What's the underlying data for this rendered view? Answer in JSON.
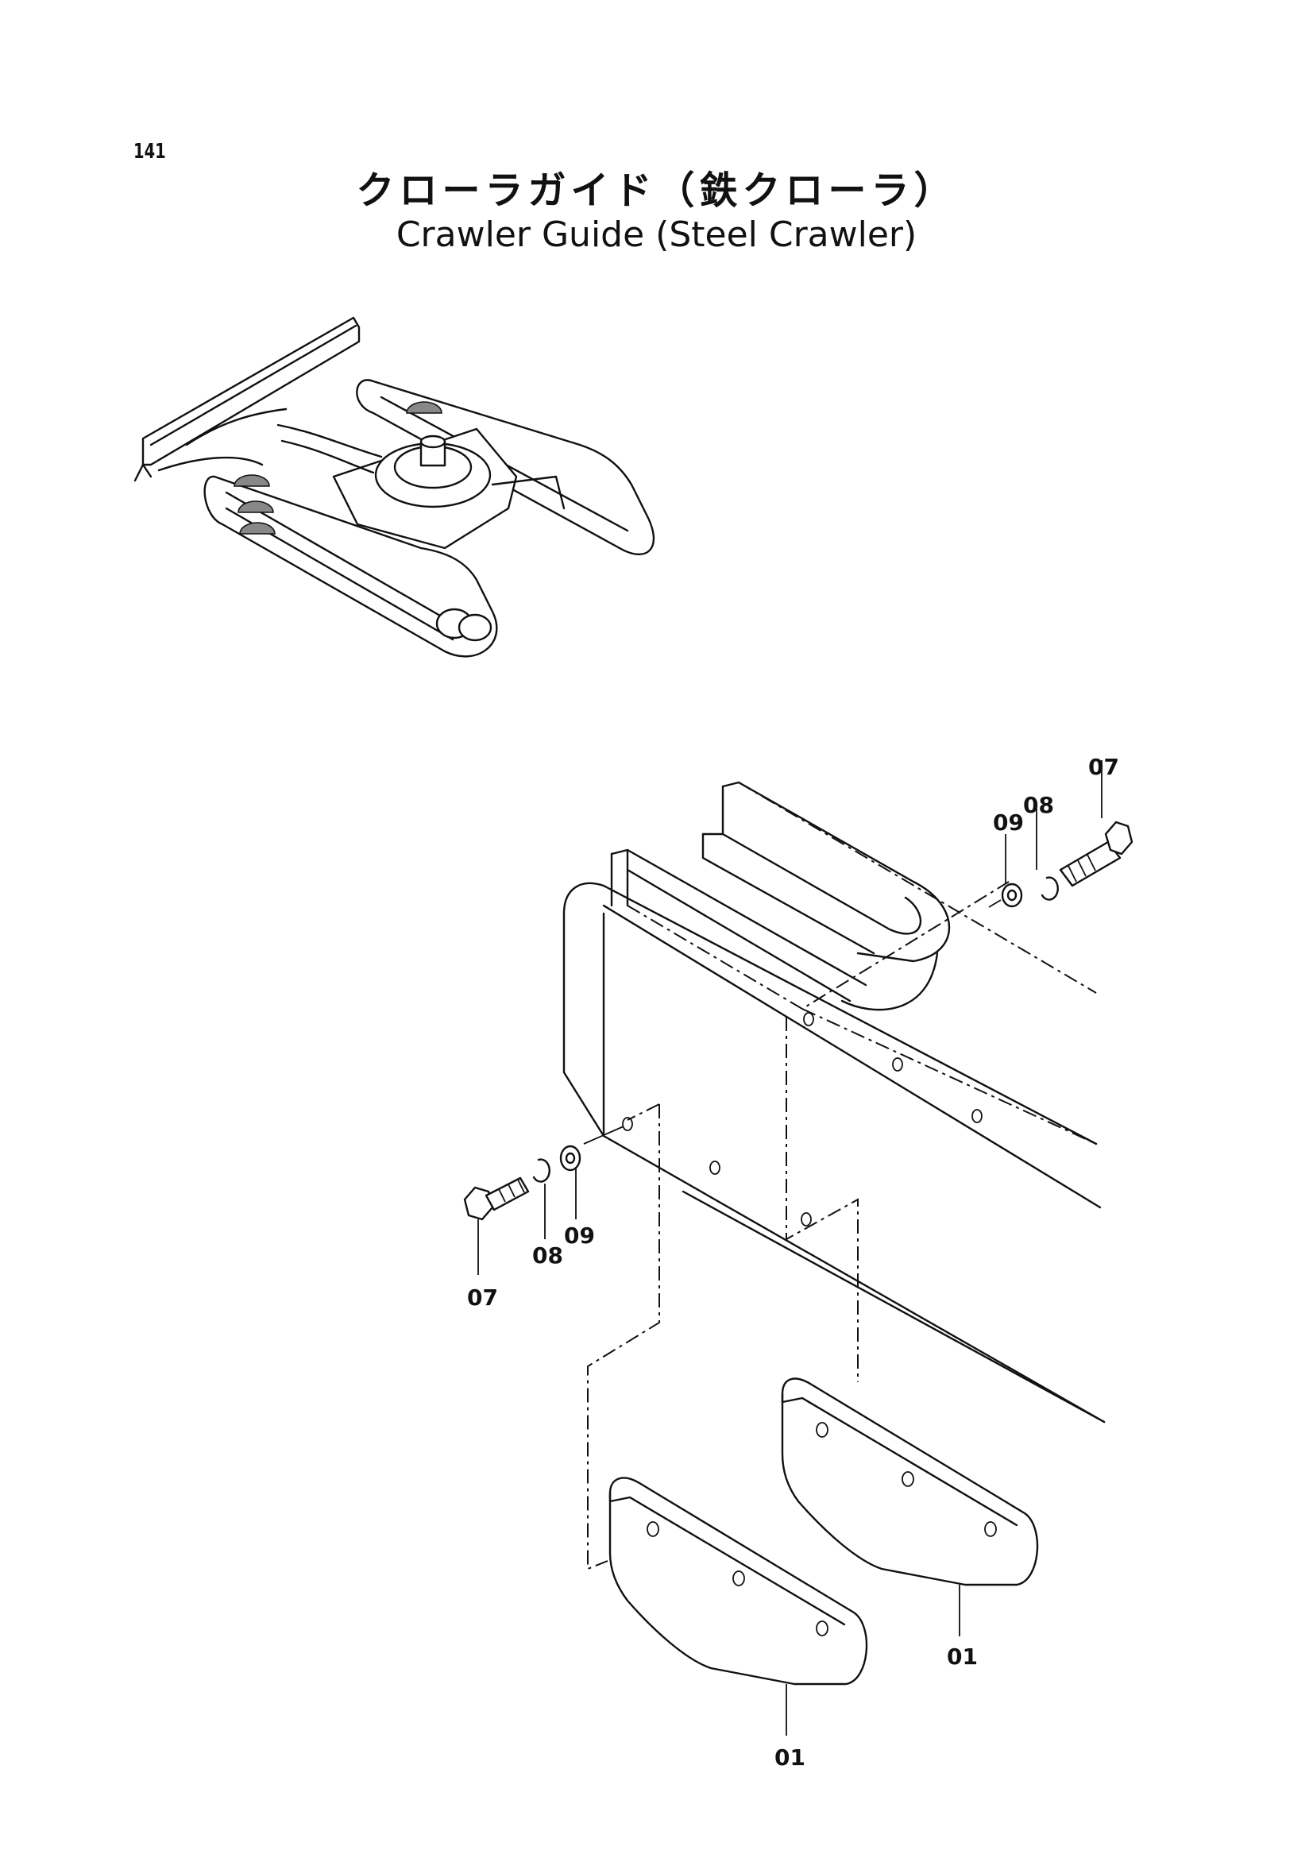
{
  "page": {
    "number": "141",
    "title_jp": "クローラガイド（鉄クローラ）",
    "title_en": "Crawler Guide (Steel Crawler)"
  },
  "callouts": {
    "bolt_right": "07",
    "lock_washer_right": "08",
    "washer_right": "09",
    "bolt_left": "07",
    "lock_washer_left": "08",
    "washer_left": "09",
    "guide_plate_right": "01",
    "guide_plate_left": "01"
  }
}
